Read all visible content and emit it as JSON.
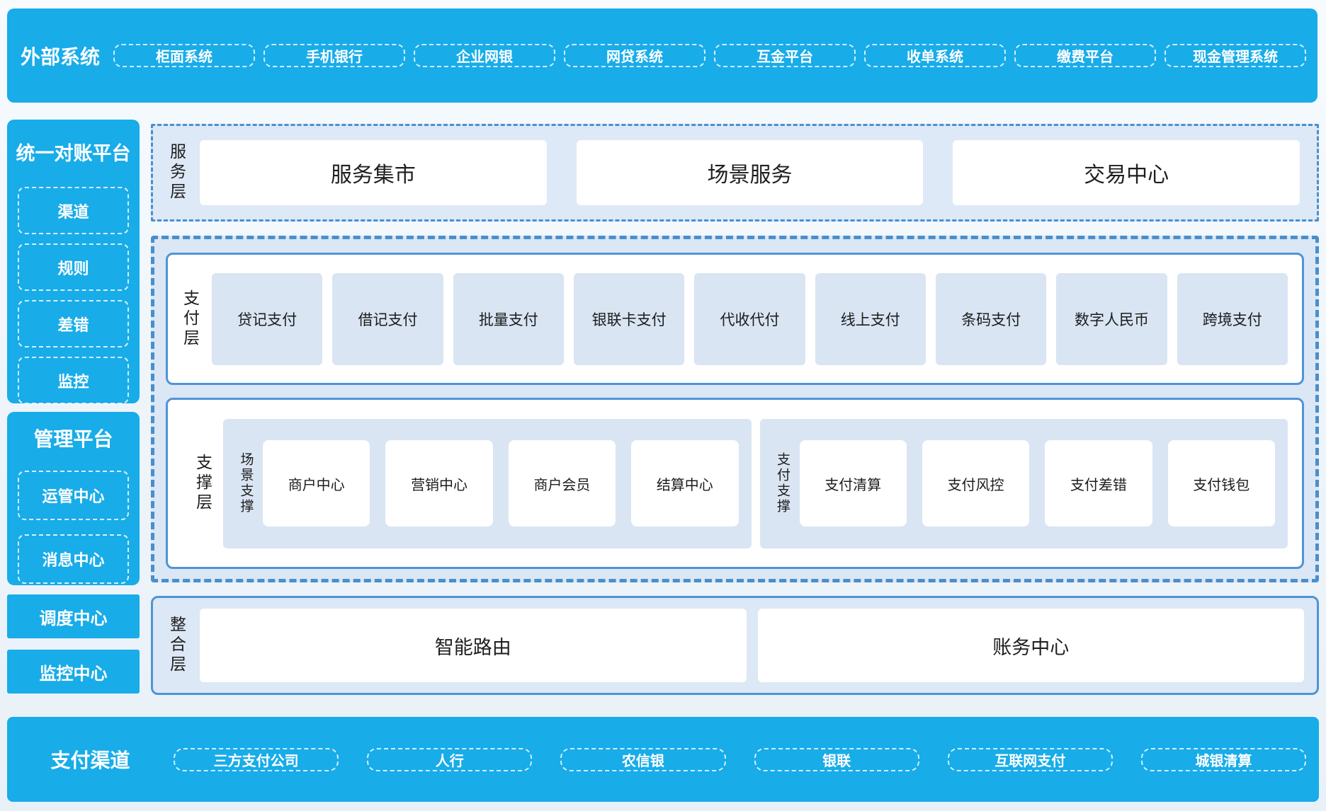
{
  "top_banner": {
    "label": "外部系统",
    "items": [
      "柜面系统",
      "手机银行",
      "企业网银",
      "网贷系统",
      "互金平台",
      "收单系统",
      "缴费平台",
      "现金管理系统"
    ]
  },
  "left_column": {
    "reconciliation_platform": {
      "title": "统一对账平台",
      "items": [
        "渠道",
        "规则",
        "差错",
        "监控"
      ]
    },
    "management_platform": {
      "title": "管理平台",
      "items": [
        "运管中心",
        "消息中心"
      ]
    },
    "dispatch_center": "调度中心",
    "monitor_center": "监控中心"
  },
  "service_layer": {
    "label": "服务层",
    "cards": [
      "服务集市",
      "场景服务",
      "交易中心"
    ]
  },
  "payment_layer": {
    "label": "支付层",
    "items": [
      "贷记支付",
      "借记支付",
      "批量支付",
      "银联卡支付",
      "代收代付",
      "线上支付",
      "条码支付",
      "数字人民币",
      "跨境支付"
    ]
  },
  "support_layer": {
    "label": "支撑层",
    "groups": [
      {
        "label": "场景支撑",
        "items": [
          "商户中心",
          "营销中心",
          "商户会员",
          "结算中心"
        ]
      },
      {
        "label": "支付支撑",
        "items": [
          "支付清算",
          "支付风控",
          "支付差错",
          "支付钱包"
        ]
      }
    ]
  },
  "integration_layer": {
    "label": "整合层",
    "cards": [
      "智能路由",
      "账务中心"
    ]
  },
  "bottom_banner": {
    "label": "支付渠道",
    "items": [
      "三方支付公司",
      "人行",
      "农信银",
      "银联",
      "互联网支付",
      "城银清算"
    ]
  },
  "colors": {
    "accent_blue": "#18ace9",
    "dashed_container_border": "#4a8fcb",
    "solid_container_border": "#4f94d6",
    "container_bg": "#dbe7f5",
    "tile_bg": "#d9e5f3",
    "text_dark": "#1d1d1d"
  }
}
